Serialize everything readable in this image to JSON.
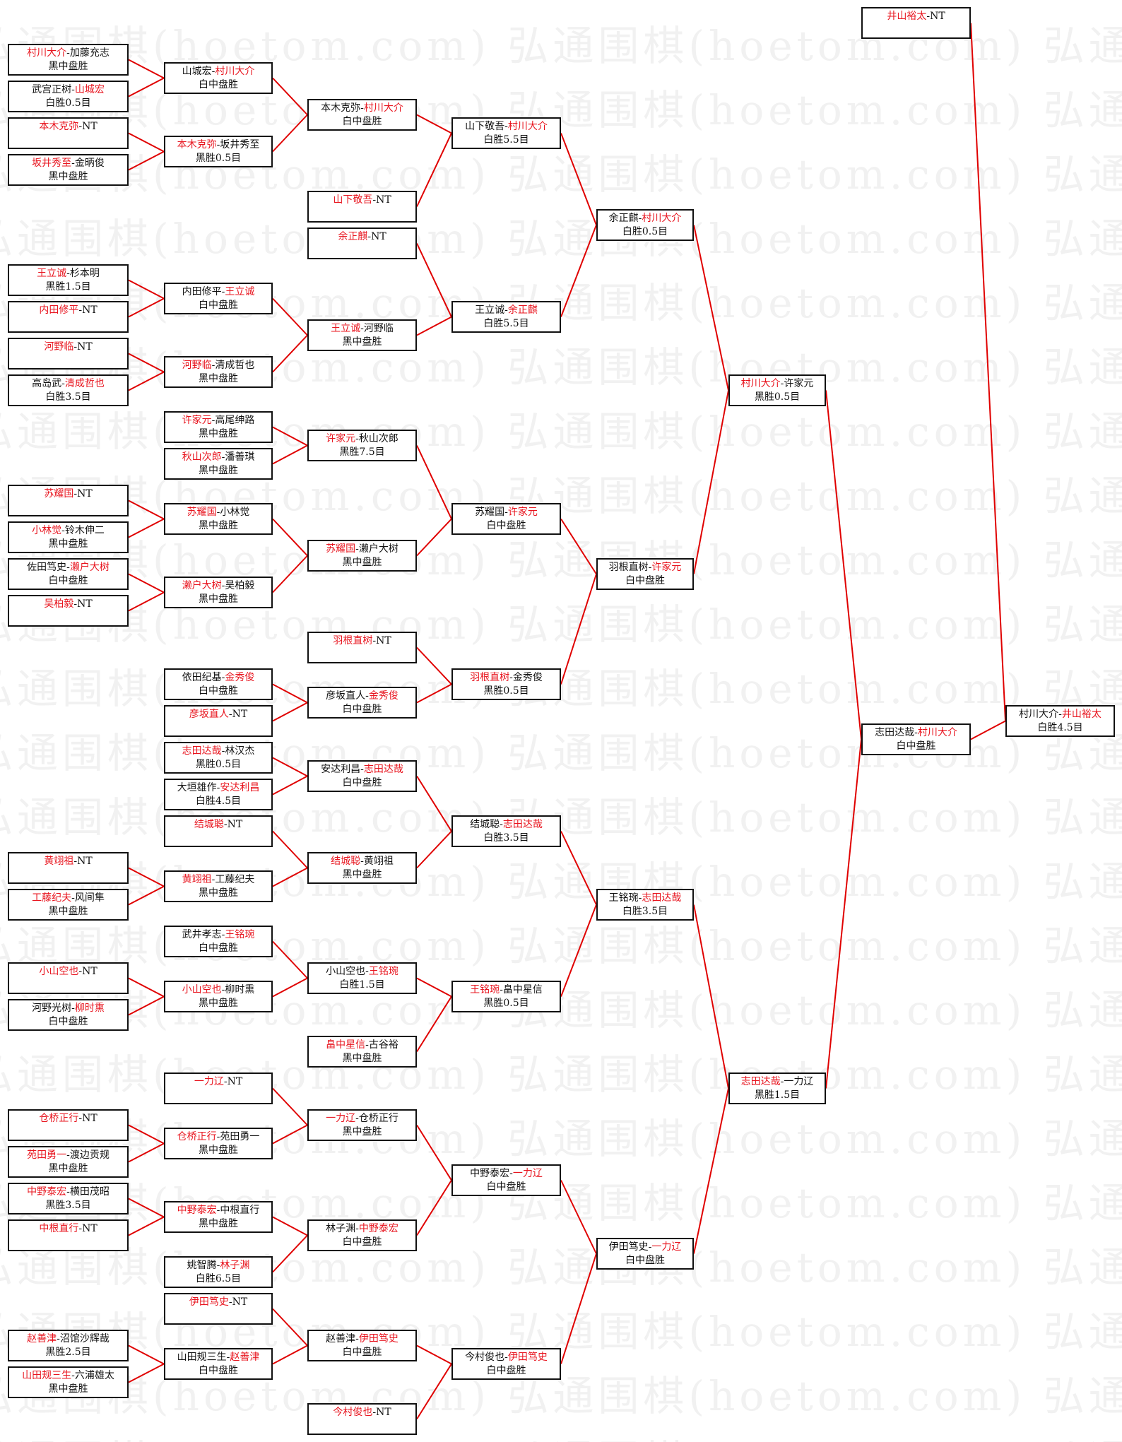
{
  "watermark": "弘通围棋(hoetom.com)",
  "separator": "-",
  "colors": {
    "winner": "#e8141e",
    "line": "#e00000",
    "border": "#111111"
  },
  "matches": [
    {
      "id": "a0",
      "p1": "村川大介",
      "p2": "加藤充志",
      "winner": 1,
      "result": "黑中盘胜"
    },
    {
      "id": "a1",
      "p1": "武宫正树",
      "p2": "山城宏",
      "winner": 2,
      "result": "白胜0.5目"
    },
    {
      "id": "a2",
      "p1": "本木克弥",
      "p2": "NT",
      "winner": 1,
      "result": ""
    },
    {
      "id": "a3",
      "p1": "坂井秀至",
      "p2": "金昞俊",
      "winner": 1,
      "result": "黑中盘胜"
    },
    {
      "id": "a4",
      "p1": "王立诚",
      "p2": "杉本明",
      "winner": 1,
      "result": "黑胜1.5目"
    },
    {
      "id": "a5",
      "p1": "内田修平",
      "p2": "NT",
      "winner": 1,
      "result": ""
    },
    {
      "id": "a6",
      "p1": "河野临",
      "p2": "NT",
      "winner": 1,
      "result": ""
    },
    {
      "id": "a7",
      "p1": "高岛武",
      "p2": "清成哲也",
      "winner": 2,
      "result": "白胜3.5目"
    },
    {
      "id": "a8",
      "p1": "苏耀国",
      "p2": "NT",
      "winner": 1,
      "result": ""
    },
    {
      "id": "a9",
      "p1": "小林觉",
      "p2": "铃木伸二",
      "winner": 1,
      "result": "黑中盘胜"
    },
    {
      "id": "a10",
      "p1": "佐田笃史",
      "p2": "濑户大树",
      "winner": 2,
      "result": "白中盘胜"
    },
    {
      "id": "a11",
      "p1": "吴柏毅",
      "p2": "NT",
      "winner": 1,
      "result": ""
    },
    {
      "id": "a12",
      "p1": "黄翊祖",
      "p2": "NT",
      "winner": 1,
      "result": ""
    },
    {
      "id": "a13",
      "p1": "工藤纪夫",
      "p2": "风间隼",
      "winner": 1,
      "result": "黑中盘胜"
    },
    {
      "id": "a14",
      "p1": "小山空也",
      "p2": "NT",
      "winner": 1,
      "result": ""
    },
    {
      "id": "a15",
      "p1": "河野光树",
      "p2": "柳时熏",
      "winner": 2,
      "result": "白中盘胜"
    },
    {
      "id": "a16",
      "p1": "仓桥正行",
      "p2": "NT",
      "winner": 1,
      "result": ""
    },
    {
      "id": "a17",
      "p1": "苑田勇一",
      "p2": "渡边贡规",
      "winner": 1,
      "result": "黑中盘胜"
    },
    {
      "id": "a18",
      "p1": "中野泰宏",
      "p2": "横田茂昭",
      "winner": 1,
      "result": "黑胜3.5目"
    },
    {
      "id": "a19",
      "p1": "中根直行",
      "p2": "NT",
      "winner": 1,
      "result": ""
    },
    {
      "id": "a20",
      "p1": "赵善津",
      "p2": "沼馆沙辉哉",
      "winner": 1,
      "result": "黑胜2.5目"
    },
    {
      "id": "a21",
      "p1": "山田规三生",
      "p2": "六浦雄太",
      "winner": 1,
      "result": "黑中盘胜"
    },
    {
      "id": "b0",
      "p1": "山城宏",
      "p2": "村川大介",
      "winner": 2,
      "result": "白中盘胜",
      "from": [
        "a0",
        "a1"
      ]
    },
    {
      "id": "b1",
      "p1": "本木克弥",
      "p2": "坂井秀至",
      "winner": 1,
      "result": "黑胜0.5目",
      "from": [
        "a2",
        "a3"
      ]
    },
    {
      "id": "b2",
      "p1": "内田修平",
      "p2": "王立诚",
      "winner": 2,
      "result": "白中盘胜",
      "from": [
        "a4",
        "a5"
      ]
    },
    {
      "id": "b3",
      "p1": "河野临",
      "p2": "清成哲也",
      "winner": 1,
      "result": "黑中盘胜",
      "from": [
        "a6",
        "a7"
      ]
    },
    {
      "id": "b4",
      "p1": "许家元",
      "p2": "高尾绅路",
      "winner": 1,
      "result": "黑中盘胜"
    },
    {
      "id": "b5",
      "p1": "秋山次郎",
      "p2": "潘善琪",
      "winner": 1,
      "result": "黑中盘胜"
    },
    {
      "id": "b6",
      "p1": "苏耀国",
      "p2": "小林觉",
      "winner": 1,
      "result": "黑中盘胜",
      "from": [
        "a8",
        "a9"
      ]
    },
    {
      "id": "b7",
      "p1": "濑户大树",
      "p2": "吴柏毅",
      "winner": 1,
      "result": "黑中盘胜",
      "from": [
        "a10",
        "a11"
      ]
    },
    {
      "id": "b8",
      "p1": "依田纪基",
      "p2": "金秀俊",
      "winner": 2,
      "result": "白中盘胜"
    },
    {
      "id": "b9",
      "p1": "彦坂直人",
      "p2": "NT",
      "winner": 1,
      "result": ""
    },
    {
      "id": "b10",
      "p1": "志田达哉",
      "p2": "林汉杰",
      "winner": 1,
      "result": "黑胜0.5目"
    },
    {
      "id": "b11",
      "p1": "大垣雄作",
      "p2": "安达利昌",
      "winner": 2,
      "result": "白胜4.5目"
    },
    {
      "id": "b12",
      "p1": "结城聪",
      "p2": "NT",
      "winner": 1,
      "result": ""
    },
    {
      "id": "b13",
      "p1": "黄翊祖",
      "p2": "工藤纪夫",
      "winner": 1,
      "result": "黑中盘胜",
      "from": [
        "a12",
        "a13"
      ]
    },
    {
      "id": "b14",
      "p1": "武井孝志",
      "p2": "王铭琬",
      "winner": 2,
      "result": "白中盘胜"
    },
    {
      "id": "b15",
      "p1": "小山空也",
      "p2": "柳时熏",
      "winner": 1,
      "result": "黑中盘胜",
      "from": [
        "a14",
        "a15"
      ]
    },
    {
      "id": "b16",
      "p1": "一力辽",
      "p2": "NT",
      "winner": 1,
      "result": ""
    },
    {
      "id": "b17",
      "p1": "仓桥正行",
      "p2": "苑田勇一",
      "winner": 1,
      "result": "黑中盘胜",
      "from": [
        "a16",
        "a17"
      ]
    },
    {
      "id": "b18",
      "p1": "中野泰宏",
      "p2": "中根直行",
      "winner": 1,
      "result": "黑中盘胜",
      "from": [
        "a18",
        "a19"
      ]
    },
    {
      "id": "b19",
      "p1": "姚智腾",
      "p2": "林子渊",
      "winner": 2,
      "result": "白胜6.5目"
    },
    {
      "id": "b20",
      "p1": "伊田笃史",
      "p2": "NT",
      "winner": 1,
      "result": ""
    },
    {
      "id": "b21",
      "p1": "山田规三生",
      "p2": "赵善津",
      "winner": 2,
      "result": "白中盘胜",
      "from": [
        "a20",
        "a21"
      ]
    },
    {
      "id": "c0",
      "p1": "本木克弥",
      "p2": "村川大介",
      "winner": 2,
      "result": "白中盘胜",
      "from": [
        "b0",
        "b1"
      ]
    },
    {
      "id": "c1",
      "p1": "山下敬吾",
      "p2": "NT",
      "winner": 1,
      "result": ""
    },
    {
      "id": "c2",
      "p1": "余正麒",
      "p2": "NT",
      "winner": 1,
      "result": ""
    },
    {
      "id": "c3",
      "p1": "王立诚",
      "p2": "河野临",
      "winner": 1,
      "result": "黑中盘胜",
      "from": [
        "b2",
        "b3"
      ]
    },
    {
      "id": "c4",
      "p1": "许家元",
      "p2": "秋山次郎",
      "winner": 1,
      "result": "黑胜7.5目",
      "from": [
        "b4",
        "b5"
      ]
    },
    {
      "id": "c5",
      "p1": "苏耀国",
      "p2": "濑户大树",
      "winner": 1,
      "result": "黑中盘胜",
      "from": [
        "b6",
        "b7"
      ]
    },
    {
      "id": "c6",
      "p1": "羽根直树",
      "p2": "NT",
      "winner": 1,
      "result": ""
    },
    {
      "id": "c7",
      "p1": "彦坂直人",
      "p2": "金秀俊",
      "winner": 2,
      "result": "白中盘胜",
      "from": [
        "b8",
        "b9"
      ]
    },
    {
      "id": "c8",
      "p1": "安达利昌",
      "p2": "志田达哉",
      "winner": 2,
      "result": "白中盘胜",
      "from": [
        "b10",
        "b11"
      ]
    },
    {
      "id": "c9",
      "p1": "结城聪",
      "p2": "黄翊祖",
      "winner": 1,
      "result": "黑中盘胜",
      "from": [
        "b12",
        "b13"
      ]
    },
    {
      "id": "c10",
      "p1": "小山空也",
      "p2": "王铭琬",
      "winner": 2,
      "result": "白胜1.5目",
      "from": [
        "b14",
        "b15"
      ]
    },
    {
      "id": "c11",
      "p1": "畠中星信",
      "p2": "古谷裕",
      "winner": 1,
      "result": "黑中盘胜"
    },
    {
      "id": "c12",
      "p1": "一力辽",
      "p2": "仓桥正行",
      "winner": 1,
      "result": "黑中盘胜",
      "from": [
        "b16",
        "b17"
      ]
    },
    {
      "id": "c13",
      "p1": "林子渊",
      "p2": "中野泰宏",
      "winner": 2,
      "result": "白中盘胜",
      "from": [
        "b18",
        "b19"
      ]
    },
    {
      "id": "c14",
      "p1": "赵善津",
      "p2": "伊田笃史",
      "winner": 2,
      "result": "白中盘胜",
      "from": [
        "b20",
        "b21"
      ]
    },
    {
      "id": "c15",
      "p1": "今村俊也",
      "p2": "NT",
      "winner": 1,
      "result": ""
    },
    {
      "id": "d0",
      "p1": "山下敬吾",
      "p2": "村川大介",
      "winner": 2,
      "result": "白胜5.5目",
      "from": [
        "c0",
        "c1"
      ]
    },
    {
      "id": "d1",
      "p1": "王立诚",
      "p2": "余正麒",
      "winner": 2,
      "result": "白胜5.5目",
      "from": [
        "c2",
        "c3"
      ]
    },
    {
      "id": "d2",
      "p1": "苏耀国",
      "p2": "许家元",
      "winner": 2,
      "result": "白中盘胜",
      "from": [
        "c4",
        "c5"
      ]
    },
    {
      "id": "d3",
      "p1": "羽根直树",
      "p2": "金秀俊",
      "winner": 1,
      "result": "黑胜0.5目",
      "from": [
        "c6",
        "c7"
      ]
    },
    {
      "id": "d4",
      "p1": "结城聪",
      "p2": "志田达哉",
      "winner": 2,
      "result": "白胜3.5目",
      "from": [
        "c8",
        "c9"
      ]
    },
    {
      "id": "d5",
      "p1": "王铭琬",
      "p2": "畠中星信",
      "winner": 1,
      "result": "黑胜0.5目",
      "from": [
        "c10",
        "c11"
      ]
    },
    {
      "id": "d6",
      "p1": "中野泰宏",
      "p2": "一力辽",
      "winner": 2,
      "result": "白中盘胜",
      "from": [
        "c12",
        "c13"
      ]
    },
    {
      "id": "d7",
      "p1": "今村俊也",
      "p2": "伊田笃史",
      "winner": 2,
      "result": "白中盘胜",
      "from": [
        "c14",
        "c15"
      ]
    },
    {
      "id": "e0",
      "p1": "余正麒",
      "p2": "村川大介",
      "winner": 2,
      "result": "白胜0.5目",
      "from": [
        "d0",
        "d1"
      ]
    },
    {
      "id": "e1",
      "p1": "羽根直树",
      "p2": "许家元",
      "winner": 2,
      "result": "白中盘胜",
      "from": [
        "d2",
        "d3"
      ]
    },
    {
      "id": "e2",
      "p1": "王铭琬",
      "p2": "志田达哉",
      "winner": 2,
      "result": "白胜3.5目",
      "from": [
        "d4",
        "d5"
      ]
    },
    {
      "id": "e3",
      "p1": "伊田笃史",
      "p2": "一力辽",
      "winner": 2,
      "result": "白中盘胜",
      "from": [
        "d6",
        "d7"
      ]
    },
    {
      "id": "f0",
      "p1": "村川大介",
      "p2": "许家元",
      "winner": 1,
      "result": "黑胜0.5目",
      "from": [
        "e0",
        "e1"
      ]
    },
    {
      "id": "f1",
      "p1": "志田达哉",
      "p2": "一力辽",
      "winner": 1,
      "result": "黑胜1.5目",
      "from": [
        "e2",
        "e3"
      ]
    },
    {
      "id": "g0",
      "p1": "志田达哉",
      "p2": "村川大介",
      "winner": 2,
      "result": "白中盘胜",
      "from": [
        "f0",
        "f1"
      ]
    },
    {
      "id": "g1",
      "p1": "井山裕太",
      "p2": "NT",
      "winner": 1,
      "result": ""
    },
    {
      "id": "h0",
      "p1": "村川大介",
      "p2": "井山裕太",
      "winner": 2,
      "result": "白胜4.5目",
      "from": [
        "g0",
        "g1"
      ]
    }
  ]
}
